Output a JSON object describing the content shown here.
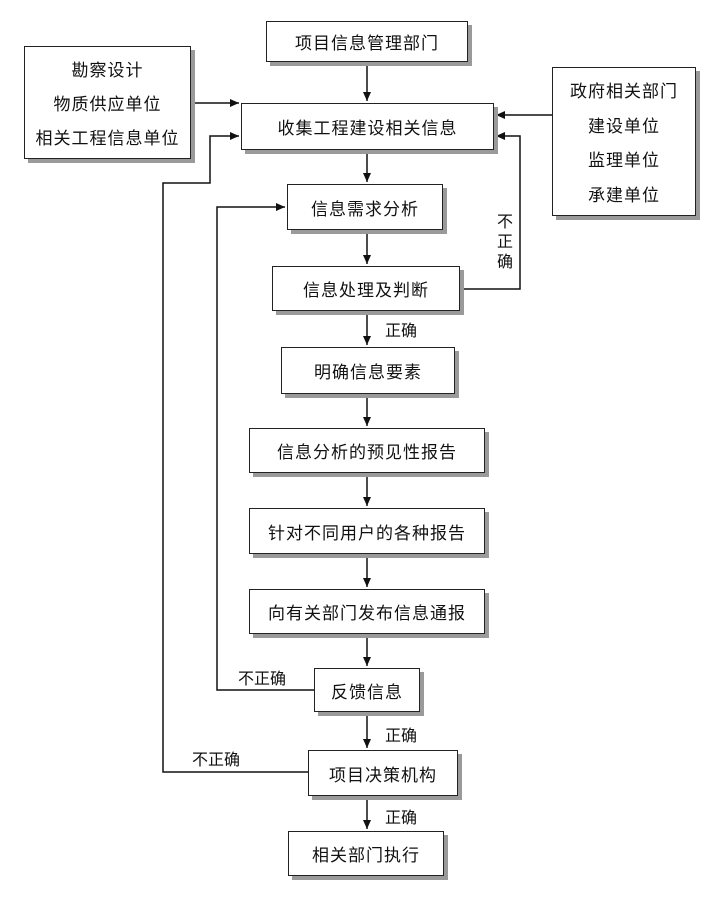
{
  "boxes": {
    "dept": "项目信息管理部门",
    "collect": "收集工程建设相关信息",
    "demand": "信息需求分析",
    "process": "信息处理及判断",
    "elements": "明确信息要素",
    "report": "信息分析的预见性报告",
    "users": "针对不同用户的各种报告",
    "publish": "向有关部门发布信息通报",
    "feedback": "反馈信息",
    "decision": "项目决策机构",
    "execute": "相关部门执行"
  },
  "left_sources": [
    "勘察设计",
    "物质供应单位",
    "相关工程信息单位"
  ],
  "right_sources": [
    "政府相关部门",
    "建设单位",
    "监理单位",
    "承建单位"
  ],
  "labels": {
    "correct": "正确",
    "incorrect": "不正确",
    "incorrect_vertical": [
      "不",
      "正",
      "确"
    ]
  }
}
